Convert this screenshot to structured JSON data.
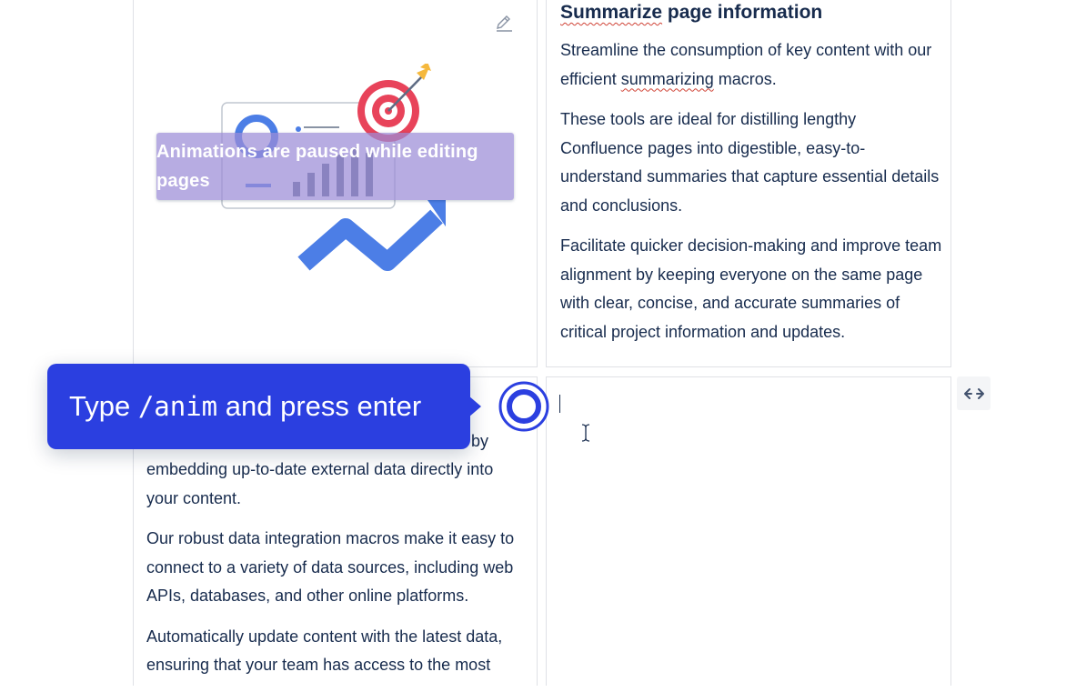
{
  "right_top": {
    "heading": "Summarize page information",
    "heading_word1": "Summarize",
    "heading_rest": " page information",
    "p1_before": "Streamline the consumption of key content with our efficient ",
    "p1_word": "summarizing",
    "p1_after": " macros.",
    "p2": "These tools are ideal for distilling lengthy Confluence pages into digestible, easy-to-understand summaries that capture essential details and conclusions.",
    "p3": "Facilitate quicker decision-making and improve team alignment by keeping everyone on the same page with clear, concise, and accurate summaries of critical project information and updates."
  },
  "left_top": {
    "animation_notice": "Animations are paused while editing pages",
    "edit_icon": "pencil-icon"
  },
  "left_bottom": {
    "p1_partial": "by",
    "p1_line2": "embedding up-to-date external data directly into your content.",
    "p2": "Our robust data integration macros make it easy to connect to a variety of data sources, including web APIs, databases, and other online platforms.",
    "p3": "Automatically update content with the latest data, ensuring that your team has access to the most"
  },
  "tooltip": {
    "prefix": "Type ",
    "command": "/anim",
    "suffix": " and press enter"
  },
  "colors": {
    "tooltip_bg": "#2b3fe0",
    "text": "#172b4d",
    "border": "#dfe1e6",
    "banner": "#9b8cd7"
  },
  "icons": {
    "resize": "expand-horizontal-icon",
    "cursor": "text-cursor-icon",
    "target": "click-target-icon"
  }
}
